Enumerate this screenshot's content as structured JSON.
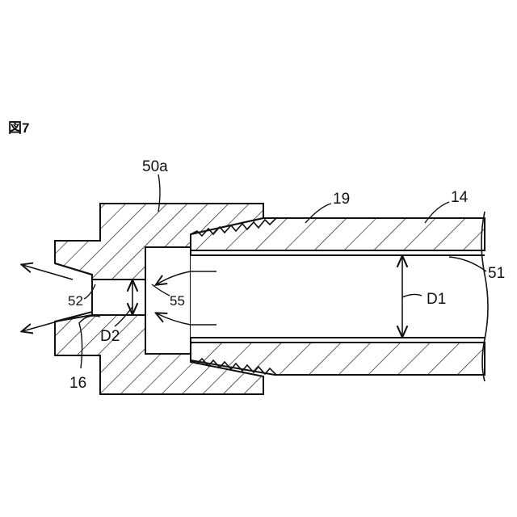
{
  "figure": {
    "caption": "図7"
  },
  "labels": {
    "part_50a": "50a",
    "part_19": "19",
    "part_14": "14",
    "part_51": "51",
    "part_52": "52",
    "part_55": "55",
    "dim_D1": "D1",
    "dim_D2": "D2",
    "part_16": "16"
  },
  "colors": {
    "ink": "#111111",
    "paper": "#ffffff"
  }
}
